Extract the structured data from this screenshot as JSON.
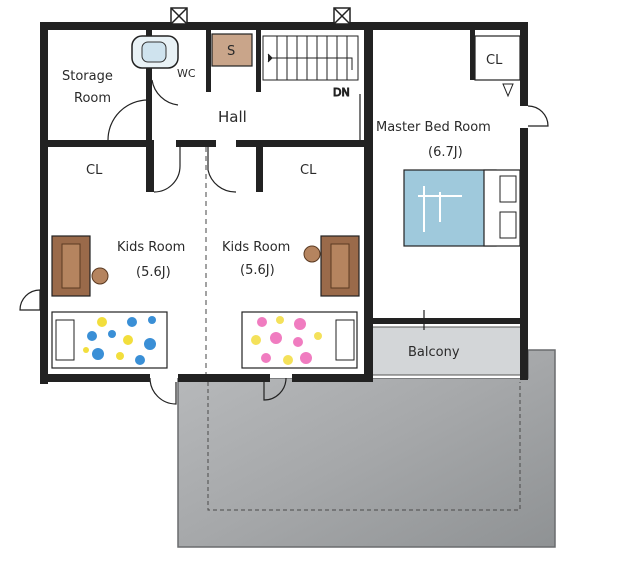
{
  "labels": {
    "storage_line1": "Storage",
    "storage_line2": "Room",
    "wc": "WC",
    "s": "S",
    "dn": "DN",
    "hall": "Hall",
    "cl_top_right": "CL",
    "master_line1": "Master Bed Room",
    "master_line2": "(6.7J)",
    "cl_kids_left": "CL",
    "cl_kids_right": "CL",
    "kids_left_line1": "Kids Room",
    "kids_left_line2": "(5.6J)",
    "kids_right_line1": "Kids Room",
    "kids_right_line2": "(5.6J)",
    "balcony": "Balcony"
  },
  "colors": {
    "wall": "#222222",
    "floor": "#ffffff",
    "roof": "#a9abad",
    "roof_dark": "#8d9092",
    "balcony": "#d3d6d8",
    "desk": "#9a6a4a",
    "bed_blue": "#9fc9dc",
    "storage_shelf": "#c9a58a",
    "kids_left_dots": "#3a8fd6",
    "kids_left_dots_alt": "#f2de3c",
    "kids_right_dots": "#f07cc0",
    "kids_right_dots_alt": "#f4e15a"
  }
}
